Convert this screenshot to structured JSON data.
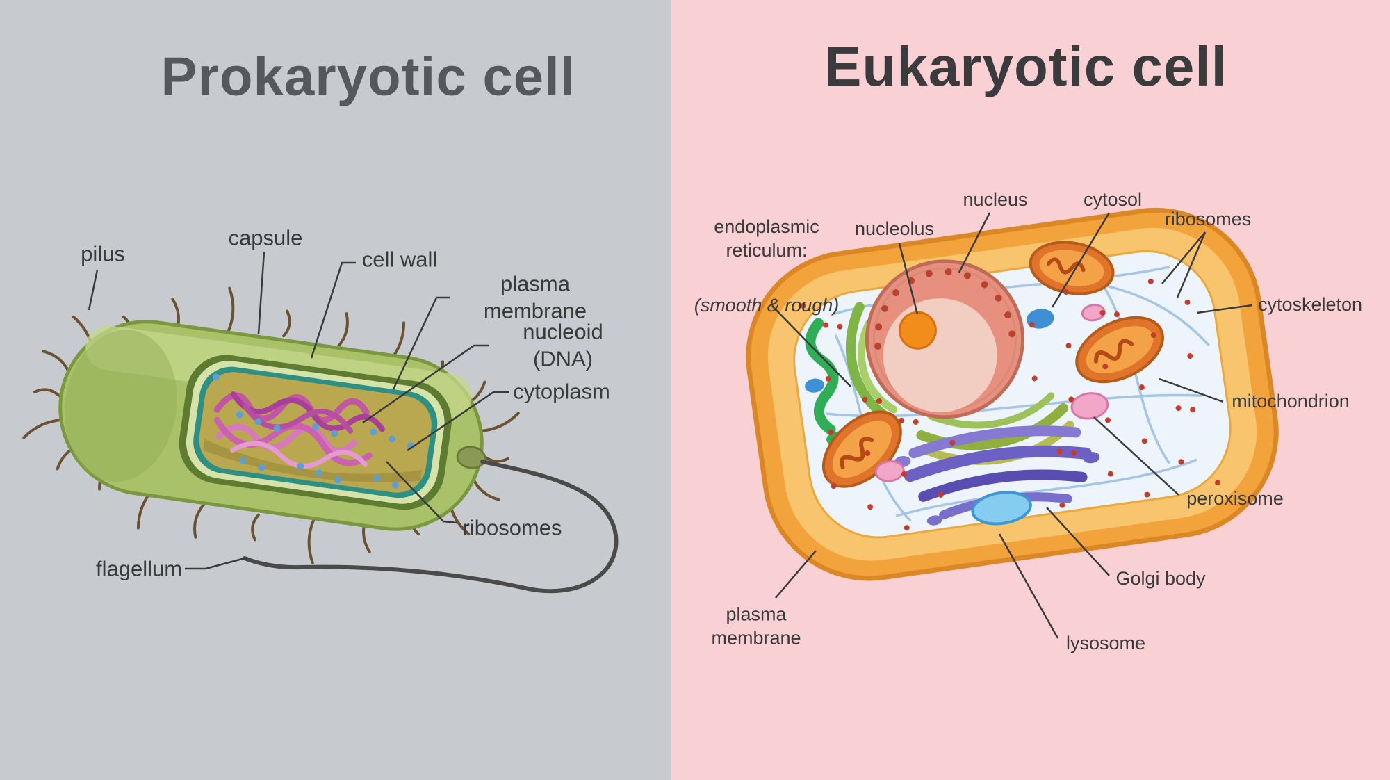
{
  "panels": {
    "prokaryote": {
      "title": "Prokaryotic cell",
      "background": "#c7cbcf",
      "labels": {
        "pilus": "pilus",
        "capsule": "capsule",
        "cell_wall": "cell wall",
        "plasma_membrane": "plasma membrane",
        "nucleoid": "nucleoid (DNA)",
        "cytoplasm": "cytoplasm",
        "ribosomes": "ribosomes",
        "flagellum": "flagellum"
      }
    },
    "eukaryote": {
      "title": "Eukaryotic cell",
      "background": "#f9d0d3",
      "labels": {
        "endoplasmic_reticulum": "endoplasmic\nreticulum:",
        "er_note": "(smooth & rough)",
        "nucleolus": "nucleolus",
        "nucleus": "nucleus",
        "cytosol": "cytosol",
        "ribosomes": "ribosomes",
        "cytoskeleton": "cytoskeleton",
        "mitochondrion": "mitochondrion",
        "peroxisome": "peroxisome",
        "golgi_body": "Golgi body",
        "lysosome": "lysosome",
        "plasma_membrane": "plasma\nmembrane"
      }
    }
  },
  "colors": {
    "capsule_green": "#a9c168",
    "cell_wall_dark_green": "#5e7c31",
    "plasma_membrane_teal": "#2e8f85",
    "cytoplasm_olive": "#b9a84f",
    "nucleoid_pink": "#c355a5",
    "ribosome_blue": "#5e9ed2",
    "flagellum_gray": "#4a4a4a",
    "membrane_orange": "#f3a33c",
    "cytosol_pale_blue": "#edf4fb",
    "nucleus_pink": "#e8907f",
    "nucleolus_orange": "#f28c1a",
    "er_green": "#7fb544",
    "golgi_purple": "#6d60c4",
    "mitochondria_orange": "#e0742b",
    "lysosome_blue": "#85cdf0",
    "peroxisome_pink": "#f2a6c8",
    "ribosome_dot_red": "#c43c2a",
    "leader_line": "#3a3a3a"
  }
}
